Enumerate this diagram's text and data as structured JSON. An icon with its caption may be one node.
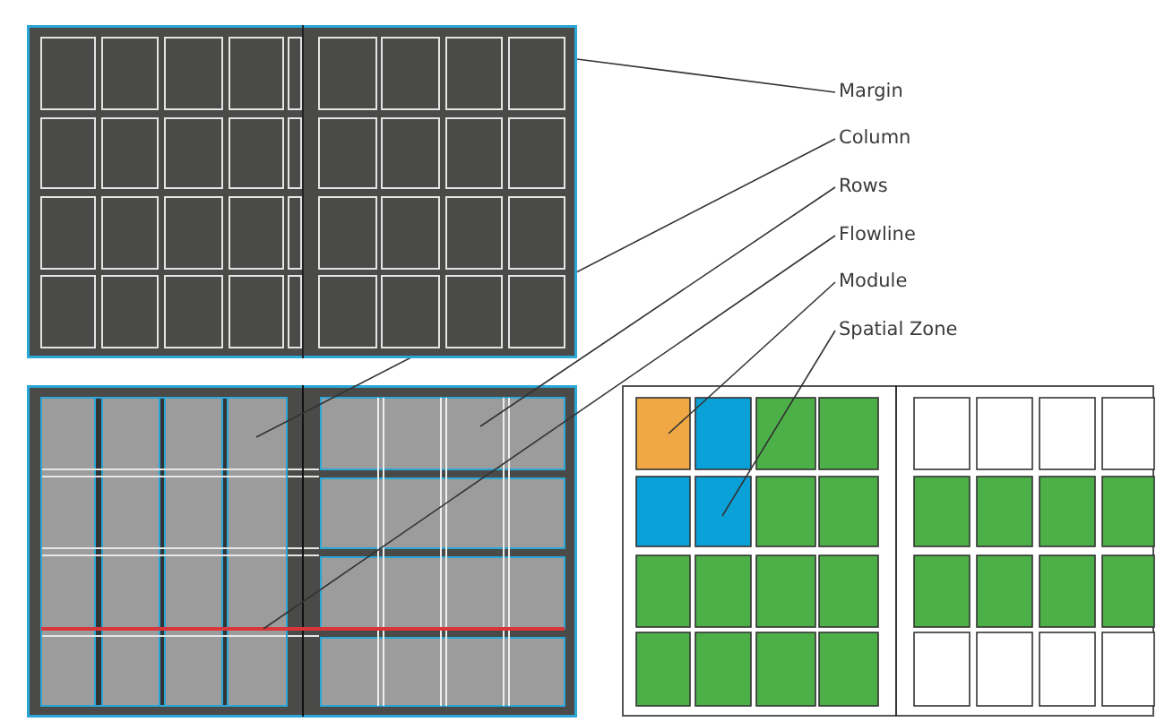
{
  "diagram": {
    "nodes": [
      {
        "text": [
          "Margin"
        ]
      },
      {
        "text": [
          "Column"
        ]
      },
      {
        "text": [
          "Rows"
        ]
      },
      {
        "text": [
          "Flowline"
        ]
      },
      {
        "text": [
          "Module"
        ]
      },
      {
        "text": [
          "Spatial Zone"
        ]
      },
      {
        "text": [],
        "shape": "picture"
      }
    ],
    "edges": [
      {
        "from": 0,
        "to": 6,
        "arrow": "none"
      },
      {
        "from": 1,
        "to": null,
        "arrow": "none"
      },
      {
        "from": 2,
        "to": null,
        "arrow": "none"
      },
      {
        "from": 3,
        "to": null,
        "arrow": "none"
      },
      {
        "from": 4,
        "to": null,
        "arrow": "none"
      },
      {
        "from": 5,
        "to": null,
        "arrow": "none"
      }
    ]
  }
}
